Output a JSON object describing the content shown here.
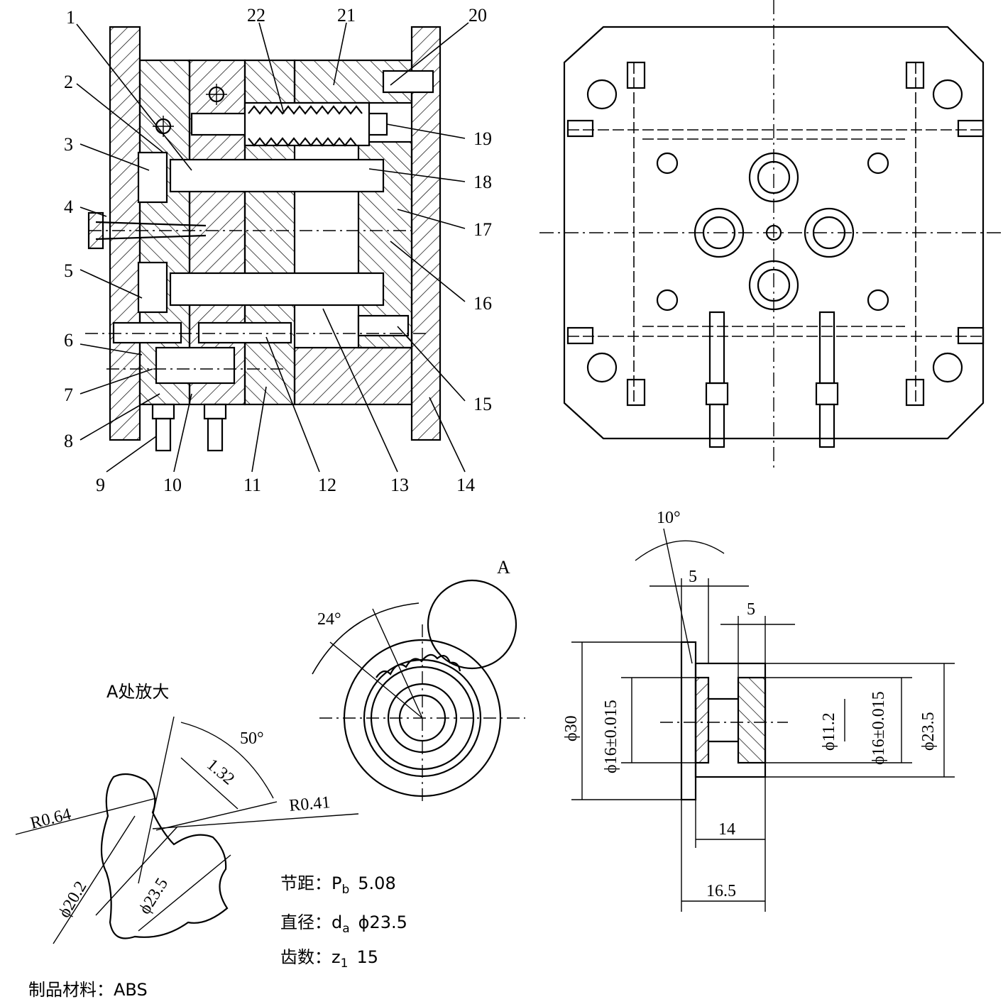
{
  "part_labels": [
    "1",
    "2",
    "3",
    "4",
    "5",
    "6",
    "7",
    "8",
    "9",
    "10",
    "11",
    "12",
    "13",
    "14",
    "15",
    "16",
    "17",
    "18",
    "19",
    "20",
    "21",
    "22"
  ],
  "detail_view": {
    "title": "A处放大",
    "angle": "50°",
    "tooth_height": "1.32",
    "radius_left": "R0.64",
    "radius_right": "R0.41",
    "root_diameter": "ϕ20.2",
    "tip_diameter": "ϕ23.5"
  },
  "gear_front": {
    "pitch_angle": "24°",
    "detail_marker": "A"
  },
  "gear_section": {
    "draft_angle": "10°",
    "dim_top_left": "5",
    "dim_top_right": "5",
    "dia_outer": "ϕ30",
    "dia_bore_left": "ϕ16±0.015",
    "dia_center": "ϕ11.2",
    "dia_bore_right": "ϕ16±0.015",
    "dia_gear": "ϕ23.5",
    "len_14": "14",
    "len_16_5": "16.5"
  },
  "specs": {
    "pitch_label": "节距：P",
    "pitch_sub": "b",
    "pitch_value": "5.08",
    "dia_label": "直径：d",
    "dia_sub": "a",
    "dia_value": "ϕ23.5",
    "teeth_label": "齿数：z",
    "teeth_sub": "1",
    "teeth_value": "15"
  },
  "material": "制品材料：ABS"
}
